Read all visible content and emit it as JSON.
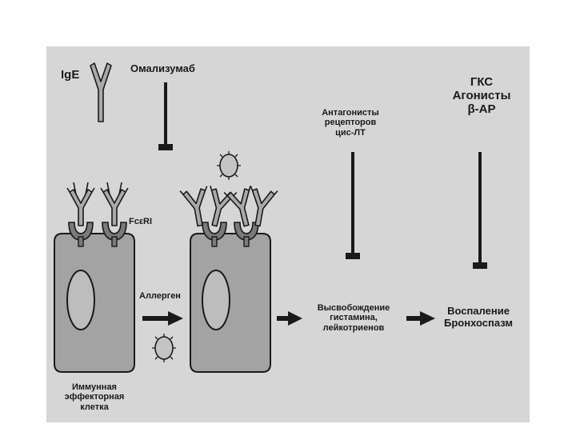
{
  "labels": {
    "ige": "IgE",
    "omalizumab": "Омализумаб",
    "fceri": "FcεRI",
    "allergen": "Аллерген",
    "lt_antagonists": "Антагонисты\nрецепторов\nцис-ЛТ",
    "gcs_agonists": "ГКС\nАгонисты\nβ-АР",
    "release": "Высвобождение\nгистамина,\nлейкотриенов",
    "inflammation": "Воспаление\nБронхоспазм",
    "effector_cell": "Иммунная\nэффекторная\nклетка"
  },
  "colors": {
    "background": "#d6d6d6",
    "cell_fill": "#a3a3a3",
    "nucleus_fill": "#bdbdbd",
    "receptor_fill": "#7a7a7a",
    "antibody_fill": "#a9a9a9",
    "ink": "#1a1a1a"
  }
}
